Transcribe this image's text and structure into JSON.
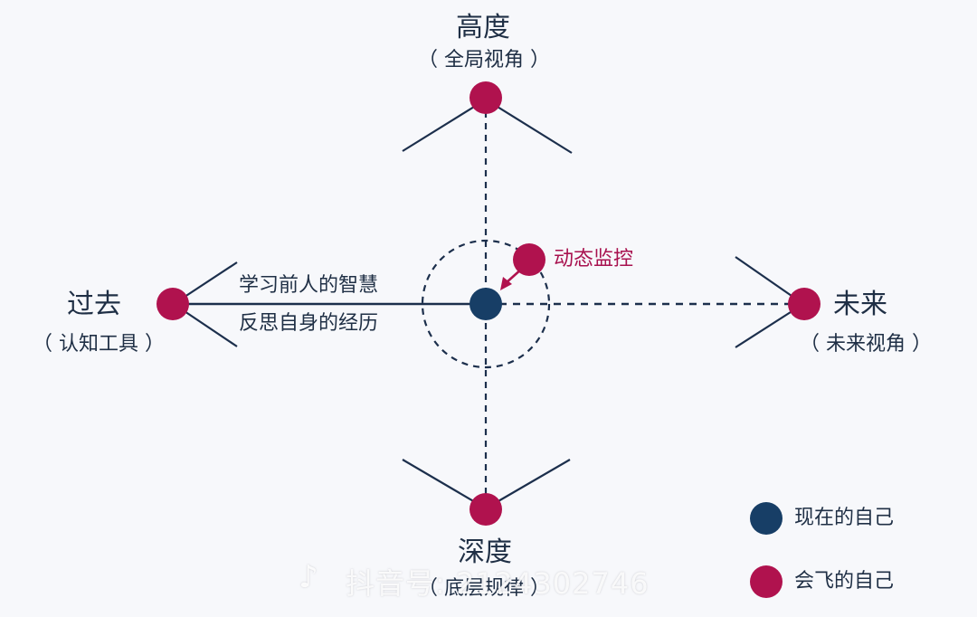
{
  "nodes": {
    "top": {
      "title": "高度",
      "sub": "（ 全局视角 ）"
    },
    "left": {
      "title": "过去",
      "sub": "（ 认知工具 ）"
    },
    "right": {
      "title": "未来",
      "sub": "（ 未来视角 ）"
    },
    "bottom": {
      "title": "深度",
      "sub": "（ 底层规律 ）"
    }
  },
  "center_labels": {
    "line1": "学习前人的智慧",
    "line2": "反思自身的经历"
  },
  "monitor_label": "动态监控",
  "legend": [
    {
      "label": "现在的自己",
      "color": "#173e66"
    },
    {
      "label": "会飞的自己",
      "color": "#b0124e"
    }
  ],
  "watermark": {
    "icon": "♪",
    "text": "抖音号: 2124302746"
  },
  "colors": {
    "navy": "#173e66",
    "magenta": "#b0124e",
    "line": "#1c2f4c"
  }
}
